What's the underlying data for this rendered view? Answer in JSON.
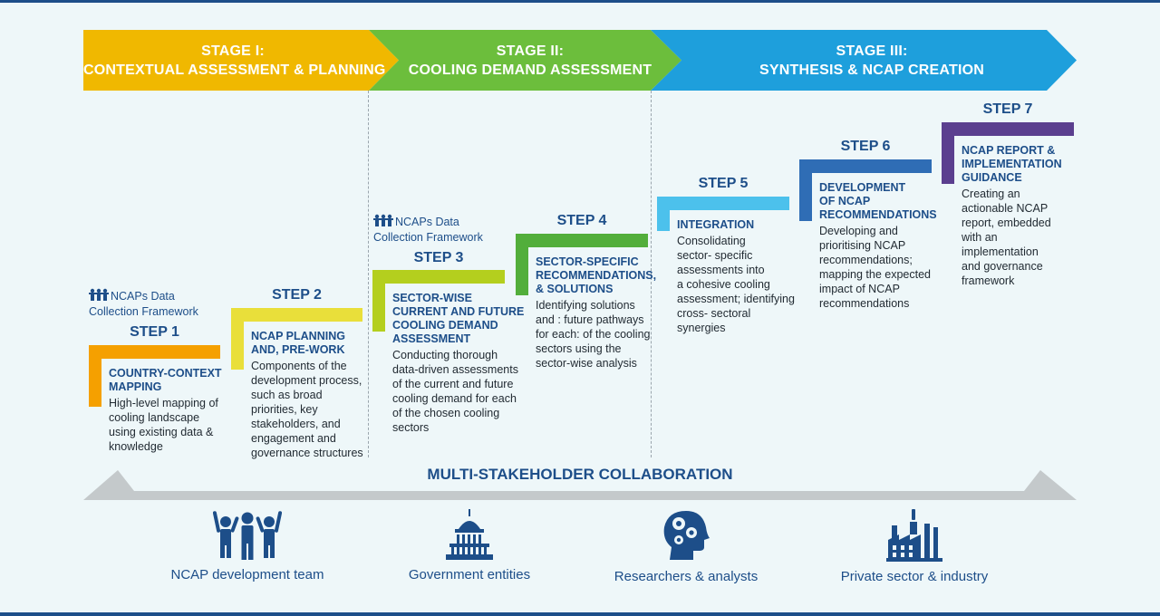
{
  "stages": [
    {
      "line1": "STAGE I:",
      "line2": "CONTEXTUAL ASSESSMENT & PLANNING",
      "color": "#f0b800"
    },
    {
      "line1": "STAGE II:",
      "line2": "COOLING DEMAND ASSESSMENT",
      "color": "#6cbe3c"
    },
    {
      "line1": "STAGE III:",
      "line2": "SYNTHESIS & NCAP CREATION",
      "color": "#1e9fdc"
    }
  ],
  "data_framework_note": {
    "line1": "NCAPs Data",
    "line2": "Collection Framework",
    "icon": "people-group-icon"
  },
  "steps": [
    {
      "label": "STEP 1",
      "color": "#f5a000",
      "title": [
        "COUNTRY-CONTEXT",
        "MAPPING"
      ],
      "desc": [
        "High-level mapping of",
        "cooling landscape",
        "using existing data &",
        "knowledge"
      ]
    },
    {
      "label": "STEP 2",
      "color": "#e9df3a",
      "title": [
        "NCAP PLANNING",
        "AND, PRE-WORK"
      ],
      "desc": [
        "Components of the",
        "development process,",
        "such as broad",
        "priorities, key",
        "stakeholders, and",
        "engagement and",
        "governance structures"
      ]
    },
    {
      "label": "STEP 3",
      "color": "#b4cf1e",
      "title": [
        "SECTOR-WISE",
        "CURRENT AND FUTURE",
        "COOLING DEMAND",
        "ASSESSMENT"
      ],
      "desc": [
        "Conducting thorough",
        "data-driven assessments",
        "of the current and future",
        "cooling demand for each",
        "of the chosen cooling",
        "sectors"
      ]
    },
    {
      "label": "STEP 4",
      "color": "#52ae3b",
      "title": [
        "SECTOR-SPECIFIC",
        "RECOMMENDATIONS,",
        "& SOLUTIONS"
      ],
      "desc": [
        "Identifying solutions",
        "and : future pathways",
        "for each: of the cooling",
        "sectors using the",
        "sector-wise analysis"
      ]
    },
    {
      "label": "STEP 5",
      "color": "#4cc1ec",
      "title": [
        "INTEGRATION"
      ],
      "desc": [
        "Consolidating",
        "sector- specific",
        "assessments into",
        "a cohesive cooling",
        "assessment; identifying",
        "cross- sectoral",
        "synergies"
      ]
    },
    {
      "label": "STEP 6",
      "color": "#2f6db5",
      "title": [
        "DEVELOPMENT",
        "OF NCAP",
        "RECOMMENDATIONS"
      ],
      "desc": [
        "Developing and",
        "prioritising NCAP",
        "recommendations;",
        "mapping the expected",
        "impact of NCAP",
        "recommendations"
      ]
    },
    {
      "label": "STEP 7",
      "color": "#5b3f8f",
      "title": [
        "NCAP REPORT &",
        "IMPLEMENTATION",
        "GUIDANCE"
      ],
      "desc": [
        "Creating an",
        "actionable NCAP",
        "report, embedded",
        "with an",
        "implementation",
        "and governance",
        "framework"
      ]
    }
  ],
  "collaboration": {
    "title": "MULTI-STAKEHOLDER COLLABORATION",
    "arrow_color": "#c4c9cb",
    "stakeholders": [
      {
        "label": "NCAP development team",
        "icon": "team-icon"
      },
      {
        "label": "Government entities",
        "icon": "government-building-icon"
      },
      {
        "label": "Researchers & analysts",
        "icon": "head-gears-icon"
      },
      {
        "label": "Private sector & industry",
        "icon": "factory-icon"
      }
    ]
  },
  "colors": {
    "navy": "#1d4e89",
    "background": "#eef7f9"
  }
}
